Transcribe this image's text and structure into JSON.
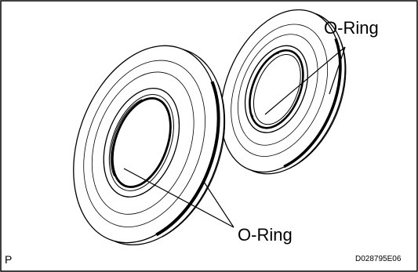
{
  "callouts": {
    "top_label": "O-Ring",
    "bottom_label": "O-Ring"
  },
  "corner": {
    "left_letter": "P",
    "figure_code": "D028795E06"
  }
}
